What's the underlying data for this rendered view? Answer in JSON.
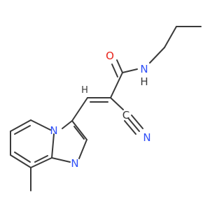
{
  "molecule": {
    "atom_labels": {
      "carbonyl_oxygen": "O",
      "amide_nitrogen": "N",
      "amide_hydrogen": "H",
      "nitrile_carbon": "C",
      "nitrile_nitrogen": "N",
      "bridgehead_nitrogen": "N",
      "imidazole_nitrogen": "N",
      "vinyl_hydrogen": "H"
    },
    "colors": {
      "bond": "#3a3a3a",
      "oxygen": "#e8231a",
      "nitrogen": "#3050f8",
      "carbon_label": "#3a3a3a",
      "hydrogen_label": "#3a3a3a"
    }
  }
}
